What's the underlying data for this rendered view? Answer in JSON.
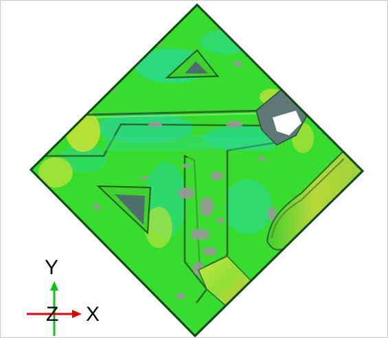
{
  "viewer": {
    "triad": {
      "x_label": "X",
      "y_label": "Y",
      "z_label": "Z",
      "x_color": "#e00000",
      "y_color": "#10c010",
      "z_color": "#000000"
    },
    "model": {
      "description_icon": "3d-part-deviation-map",
      "colors": {
        "base_green": "#34e02c",
        "yellow_green": "#b6e63a",
        "cyan": "#1fd6b0",
        "gray": "#9a9a9a",
        "dark_slate": "#4f6d6a",
        "outline": "#0e4a12"
      }
    }
  }
}
